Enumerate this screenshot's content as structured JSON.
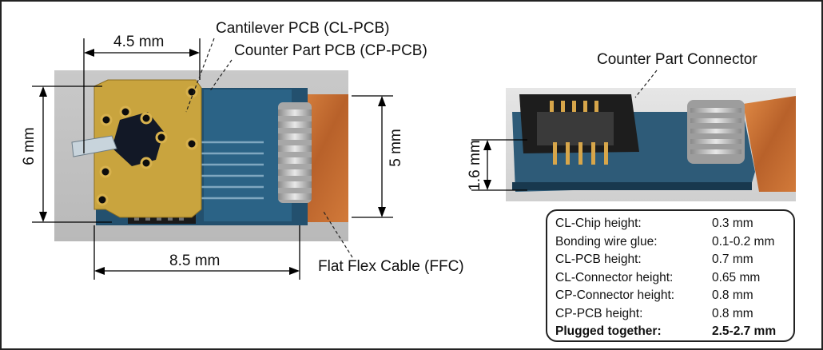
{
  "labels": {
    "cl_pcb": "Cantilever PCB (CL-PCB)",
    "cp_pcb": "Counter Part PCB (CP-PCB)",
    "cp_connector": "Counter Part Connector",
    "ffc": "Flat Flex Cable (FFC)"
  },
  "dimensions": {
    "width_top": "4.5 mm",
    "height_left": "6 mm",
    "height_right": "5 mm",
    "width_bottom": "8.5 mm",
    "height_connector": "1.6 mm"
  },
  "specs": [
    {
      "label": "CL-Chip height:",
      "value": "0.3 mm"
    },
    {
      "label": "Bonding wire glue:",
      "value": "0.1-0.2 mm"
    },
    {
      "label": "CL-PCB height:",
      "value": "0.7 mm"
    },
    {
      "label": "CL-Connector height:",
      "value": "0.65 mm"
    },
    {
      "label": "CP-Connector height:",
      "value": "0.8 mm"
    },
    {
      "label": "CP-PCB height:",
      "value": "0.8 mm"
    }
  ],
  "specs_total": {
    "label": "Plugged together:",
    "value": "2.5-2.7 mm"
  },
  "colors": {
    "pcb_blue": "#2a5d80",
    "gold": "#c9a43e",
    "copper": "#c9773a",
    "background_gray": "#c8c8c8"
  }
}
